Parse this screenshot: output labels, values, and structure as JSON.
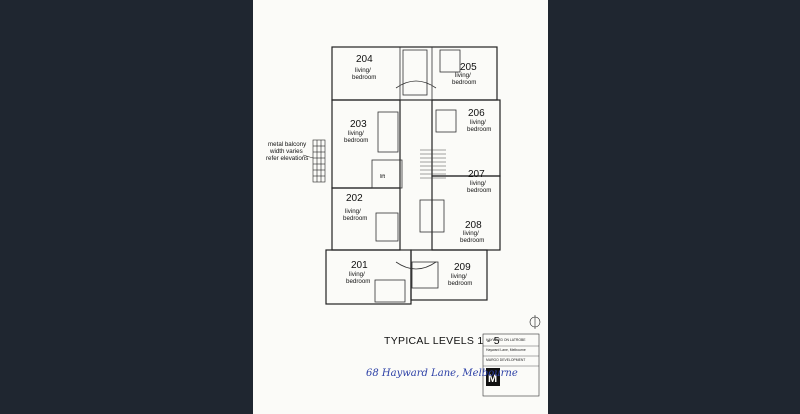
{
  "drawing": {
    "units": [
      {
        "number": "204",
        "label_line1": "living/",
        "label_line2": "bedroom"
      },
      {
        "number": "205",
        "label_line1": "living/",
        "label_line2": "bedroom"
      },
      {
        "number": "203",
        "label_line1": "living/",
        "label_line2": "bedroom"
      },
      {
        "number": "206",
        "label_line1": "living/",
        "label_line2": "bedroom"
      },
      {
        "number": "207",
        "label_line1": "living/",
        "label_line2": "bedroom"
      },
      {
        "number": "202",
        "label_line1": "living/",
        "label_line2": "bedroom"
      },
      {
        "number": "208",
        "label_line1": "living/",
        "label_line2": "bedroom"
      },
      {
        "number": "201",
        "label_line1": "living/",
        "label_line2": "bedroom"
      },
      {
        "number": "209",
        "label_line1": "living/",
        "label_line2": "bedroom"
      }
    ],
    "balcony_note": [
      "metal balcony",
      "width varies",
      "refer elevations"
    ],
    "lift_label": "lift",
    "title": "TYPICAL LEVELS 1 - 5",
    "handwritten_address": "68 Hayward Lane, Melbourne",
    "title_block": {
      "project": "HAYWARD ON LATROBE",
      "address": "Hayward Lane, Melbourne",
      "client": "MARGO DEVELOPMENT",
      "logo_letter": "M"
    }
  }
}
